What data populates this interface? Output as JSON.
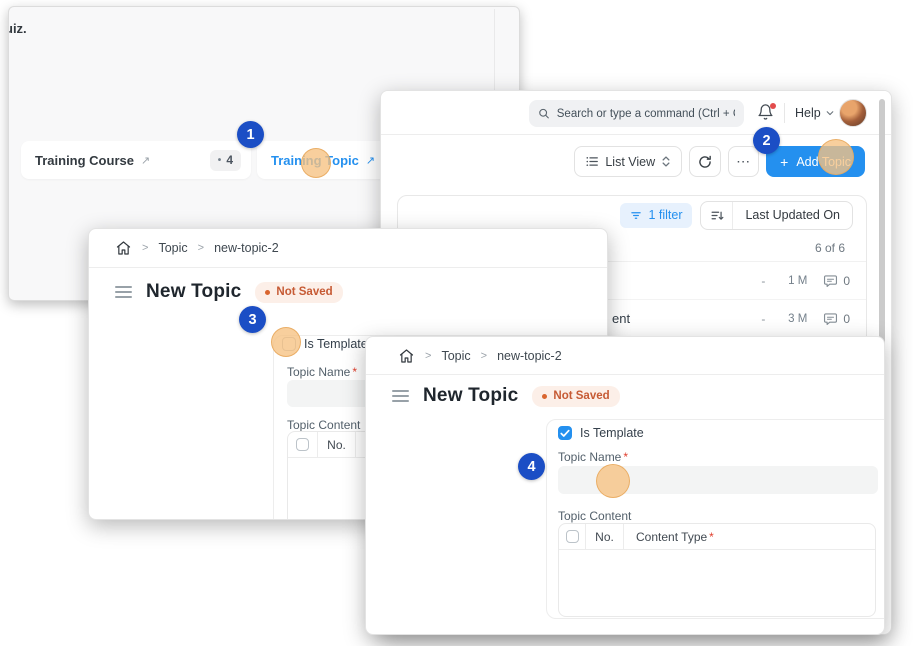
{
  "colors": {
    "accent": "#2490ef",
    "step_badge": "#1b4ec5",
    "highlight": "#f6c281",
    "not_saved": "#c65a34"
  },
  "icons": {
    "external_arrow": "↗",
    "ellipsis": "⋯",
    "breadcrumb_sep": ">",
    "count_bullet": "•",
    "plus": "+"
  },
  "steps": {
    "s1": "1",
    "s2": "2",
    "s3": "3",
    "s4": "4"
  },
  "workspace": {
    "partial_text": "uiz.",
    "shortcut_course": {
      "label": "Training Course",
      "count": "4"
    },
    "shortcut_topic": {
      "label": "Training Topic"
    }
  },
  "list_window": {
    "search_placeholder": "Search or type a command (Ctrl + G)",
    "help_label": "Help",
    "view_label": "List View",
    "add_label": "Add Topic",
    "filter_label": "1 filter",
    "sort_label": "Last Updated On",
    "count_label": "6 of 6",
    "rows": [
      {
        "tail": "",
        "dash": "-",
        "updated": "1 M",
        "comments": "0"
      },
      {
        "tail": "ent",
        "dash": "-",
        "updated": "3 M",
        "comments": "0"
      }
    ]
  },
  "form": {
    "breadcrumb_items": [
      "Topic",
      "new-topic-2"
    ],
    "title": "New Topic",
    "status": "Not Saved",
    "is_template": "Is Template",
    "topic_name": "Topic Name",
    "required": "*",
    "topic_content": "Topic Content",
    "col_no": "No.",
    "col_content_type": "Content Type"
  }
}
